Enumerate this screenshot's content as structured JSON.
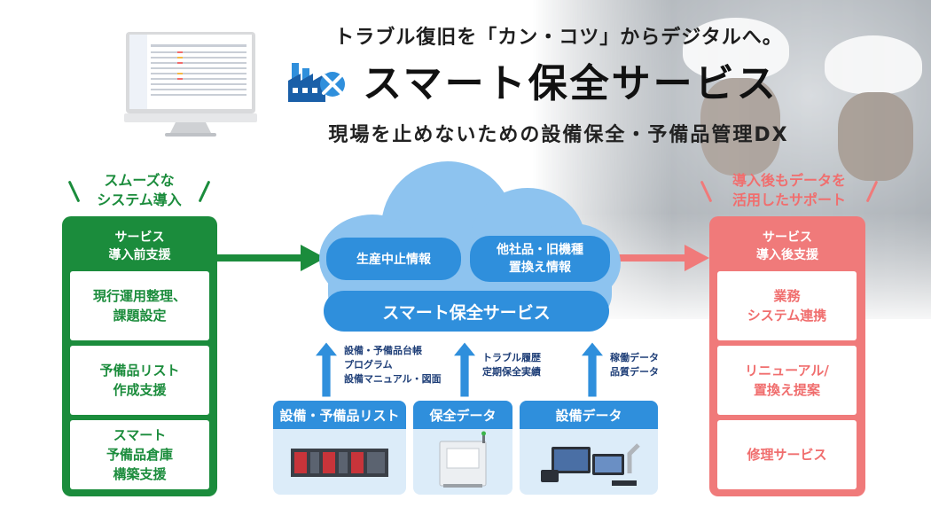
{
  "header": {
    "tagline": "トラブル復旧を「カン・コツ」からデジタルへ。",
    "title": "スマート保全サービス",
    "subtitle": "現場を止めないための設備保全・予備品管理DX"
  },
  "left": {
    "caption_line1": "スムーズな",
    "caption_line2": "システム導入",
    "head_line1": "サービス",
    "head_line2": "導入前支援",
    "cards": [
      {
        "line1": "現行運用整理、",
        "line2": "課題設定",
        "line3": ""
      },
      {
        "line1": "予備品リスト",
        "line2": "作成支援",
        "line3": ""
      },
      {
        "line1": "スマート",
        "line2": "予備品倉庫",
        "line3": "構築支援"
      }
    ]
  },
  "right": {
    "caption_line1": "導入後もデータを",
    "caption_line2": "活用したサポート",
    "head_line1": "サービス",
    "head_line2": "導入後支援",
    "cards": [
      {
        "line1": "業務",
        "line2": "システム連携"
      },
      {
        "line1": "リニューアル/",
        "line2": "置換え提案"
      },
      {
        "line1": "修理サービス",
        "line2": ""
      }
    ]
  },
  "cloud": {
    "info1": "生産中止情報",
    "info2_line1": "他社品・旧機種",
    "info2_line2": "置換え情報",
    "main": "スマート保全サービス"
  },
  "arrows": {
    "a1": [
      "設備・予備品台帳",
      "プログラム",
      "設備マニュアル・図面"
    ],
    "a2": [
      "トラブル履歴",
      "定期保全実績"
    ],
    "a3": [
      "稼働データ",
      "品質データ"
    ]
  },
  "sources": {
    "s1": "設備・予備品リスト",
    "s2": "保全データ",
    "s3": "設備データ"
  },
  "colors": {
    "green": "#1b8c3c",
    "coral": "#f07a7a",
    "blue": "#2f8fdc",
    "cloud": "#8dc3ef"
  }
}
